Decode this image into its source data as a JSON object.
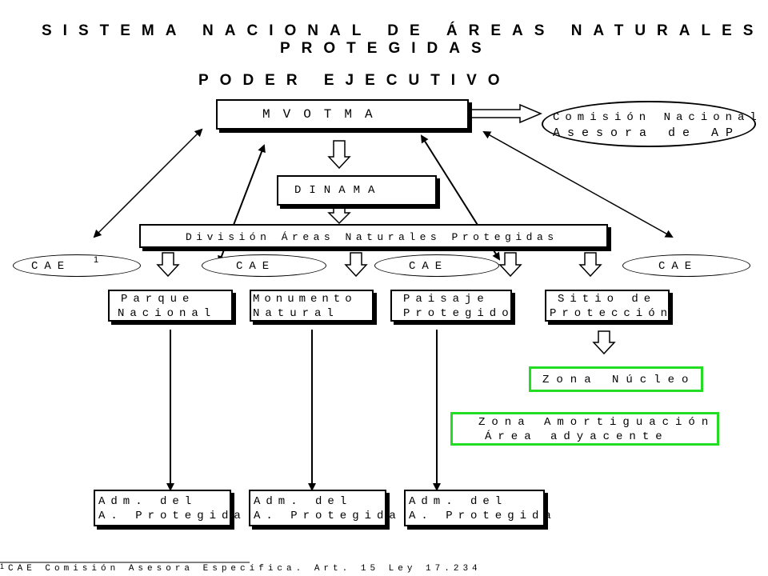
{
  "header": {
    "title_line1": "SISTEMA NACIONAL DE ÁREAS NATURALES",
    "title_line2": "PROTEGIDAS",
    "subtitle": "PODER EJECUTIVO"
  },
  "nodes": {
    "mvotma": "MVOTMA",
    "commission_line1": "Comisión Nacional",
    "commission_line2": "Asesora de AP",
    "dinama": "DINAMA",
    "division": "División Áreas Naturales Protegidas",
    "cae": "CAE",
    "cae_sup": "1",
    "parque_l1": "Parque",
    "parque_l2": "Nacional",
    "monumento_l1": "Monumento",
    "monumento_l2": "Natural",
    "paisaje_l1": "Paisaje",
    "paisaje_l2": "Protegido",
    "sitio_l1": "Sitio de",
    "sitio_l2": "Protección",
    "zona_nucleo": "Zona Núcleo",
    "zona_amort_l1": "Zona Amortiguación",
    "zona_amort_l2": "Área adyacente",
    "adm_l1": "Adm. del",
    "adm_l2": "A. Protegida"
  },
  "footnote": {
    "marker": "1",
    "text": "CAE  Comisión Asesora Específica. Art. 15 Ley 17.234"
  },
  "colors": {
    "green_border": "#22dd22",
    "ink": "#000000"
  }
}
